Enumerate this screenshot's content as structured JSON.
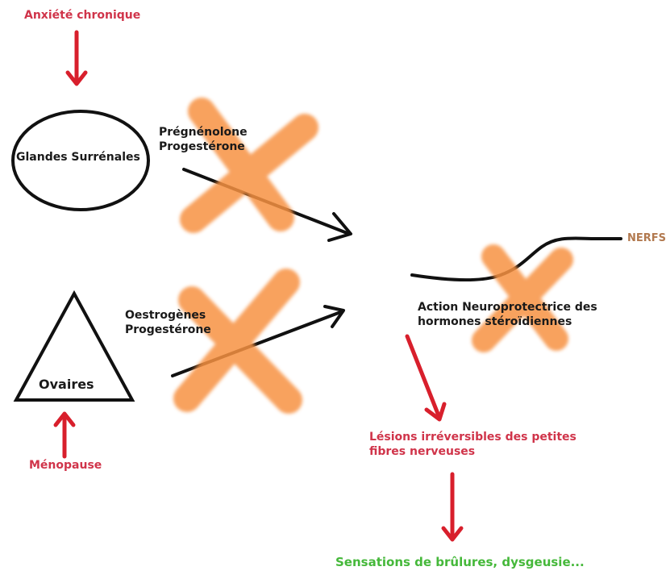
{
  "diagram": {
    "cause_anxiety": "Anxiété chronique",
    "cause_menopause": "Ménopause",
    "node_adrenals": "Glandes Surrénales",
    "node_ovaries": "Ovaires",
    "hormones_adrenal": [
      "Prégnénolone",
      "Progestérone"
    ],
    "hormones_ovarian": [
      "Oestrogènes",
      "Progestérone"
    ],
    "action_lines": [
      "Action Neuroprotectrice des",
      "hormones stéroïdiennes"
    ],
    "nerves_label": "NERFS",
    "lesions_lines": [
      "Lésions irréversibles des petites",
      "fibres nerveuses"
    ],
    "symptoms": "Sensations de brûlures, dysgeusie..."
  },
  "colors": {
    "red_arrow": "#d81f2c",
    "red_text": "#d0344a",
    "orange_cross": "#f79243",
    "green_text": "#45b83a",
    "nerves_text": "#b2794f",
    "line": "#111111"
  }
}
